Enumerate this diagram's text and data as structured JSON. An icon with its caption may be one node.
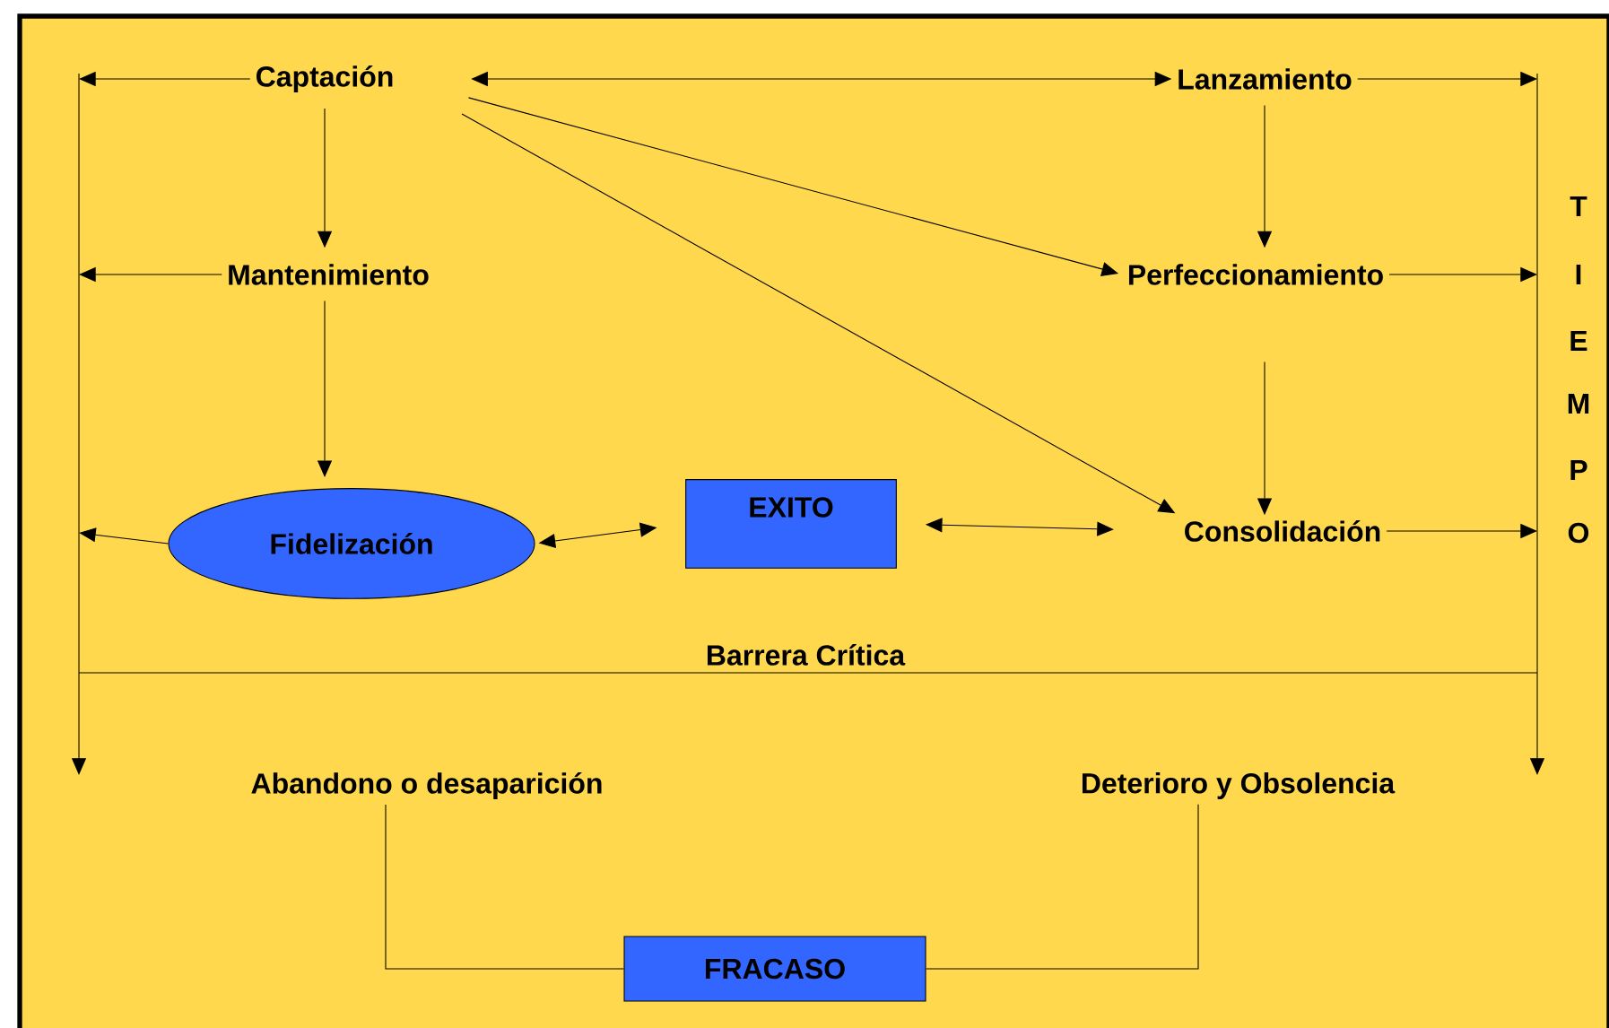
{
  "diagram": {
    "nodes": [
      {
        "text": [
          "Captación"
        ]
      },
      {
        "text": [
          "Lanzamiento"
        ]
      },
      {
        "text": [
          "Mantenimiento"
        ]
      },
      {
        "text": [
          "Perfeccionamiento"
        ]
      },
      {
        "text": [
          "Fidelización"
        ]
      },
      {
        "text": [
          "EXITO"
        ]
      },
      {
        "text": [
          "Consolidación"
        ]
      },
      {
        "text": [
          "Abandono o desaparición"
        ]
      },
      {
        "text": [
          "Deterioro y Obsolencia"
        ]
      },
      {
        "text": [
          "FRACASO"
        ]
      }
    ],
    "edges": [
      {
        "from": 0,
        "to": 1,
        "arrow": "both"
      },
      {
        "from": 0,
        "to": 2,
        "arrow": "to"
      },
      {
        "from": 0,
        "to": 3,
        "arrow": "to"
      },
      {
        "from": 0,
        "to": 6,
        "arrow": "to"
      },
      {
        "from": 1,
        "to": 3,
        "arrow": "to"
      },
      {
        "from": 2,
        "to": 4,
        "arrow": "to"
      },
      {
        "from": 3,
        "to": 6,
        "arrow": "to"
      },
      {
        "from": 4,
        "to": 5,
        "arrow": "both"
      },
      {
        "from": 5,
        "to": 6,
        "arrow": "both"
      },
      {
        "from": 0,
        "to": null,
        "arrow": "to"
      },
      {
        "from": 2,
        "to": null,
        "arrow": "to"
      },
      {
        "from": 4,
        "to": null,
        "arrow": "to"
      },
      {
        "from": 1,
        "to": null,
        "arrow": "to"
      },
      {
        "from": 3,
        "to": null,
        "arrow": "to"
      },
      {
        "from": 6,
        "to": null,
        "arrow": "to"
      },
      {
        "from": 7,
        "to": 9,
        "arrow": "none"
      },
      {
        "from": 8,
        "to": 9,
        "arrow": "none"
      }
    ],
    "labels": [
      "T",
      "I",
      "E",
      "M",
      "P",
      "O",
      "Barrera Crítica"
    ]
  }
}
